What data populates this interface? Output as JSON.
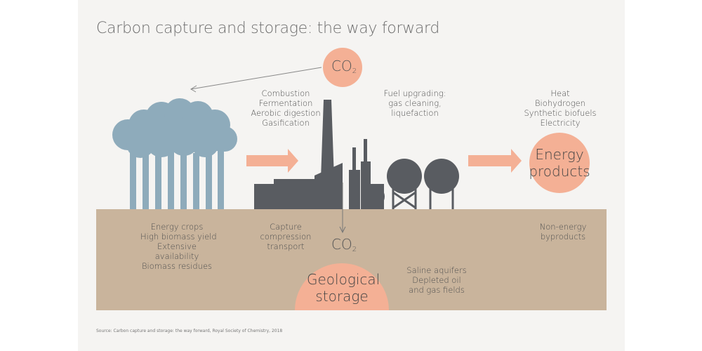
{
  "title": "Carbon capture and storage: the way forward",
  "co2_label": {
    "main": "CO",
    "sub": "2"
  },
  "process_steps": [
    "Combustion",
    "Fermentation",
    "Aerobic digestion",
    "Gasification"
  ],
  "fuel_upgrading": [
    "Fuel upgrading:",
    "gas cleaning,",
    "liquefaction"
  ],
  "energy_outputs": [
    "Heat",
    "Biohydrogen",
    "Synthetic biofuels",
    "Electricity"
  ],
  "energy_products": [
    "Energy",
    "products"
  ],
  "biomass_labels": [
    "Energy crops",
    "High biomass yield",
    "Extensive",
    "availability",
    "Biomass residues"
  ],
  "capture_labels": [
    "Capture",
    "compression",
    "transport"
  ],
  "non_energy": [
    "Non-energy",
    "byproducts"
  ],
  "geological_storage": [
    "Geological",
    "storage"
  ],
  "storage_sites": [
    "Saline aquifers",
    "Depleted oil",
    "and gas fields"
  ],
  "source": "Source: Carbon capture and storage: the way forward, Royal Society of Chemistry, 2018",
  "colors": {
    "accent": "#f4b095",
    "tree": "#8eabbb",
    "factory": "#595c61",
    "ground": "#c9b49c",
    "background": "#f5f4f2"
  }
}
